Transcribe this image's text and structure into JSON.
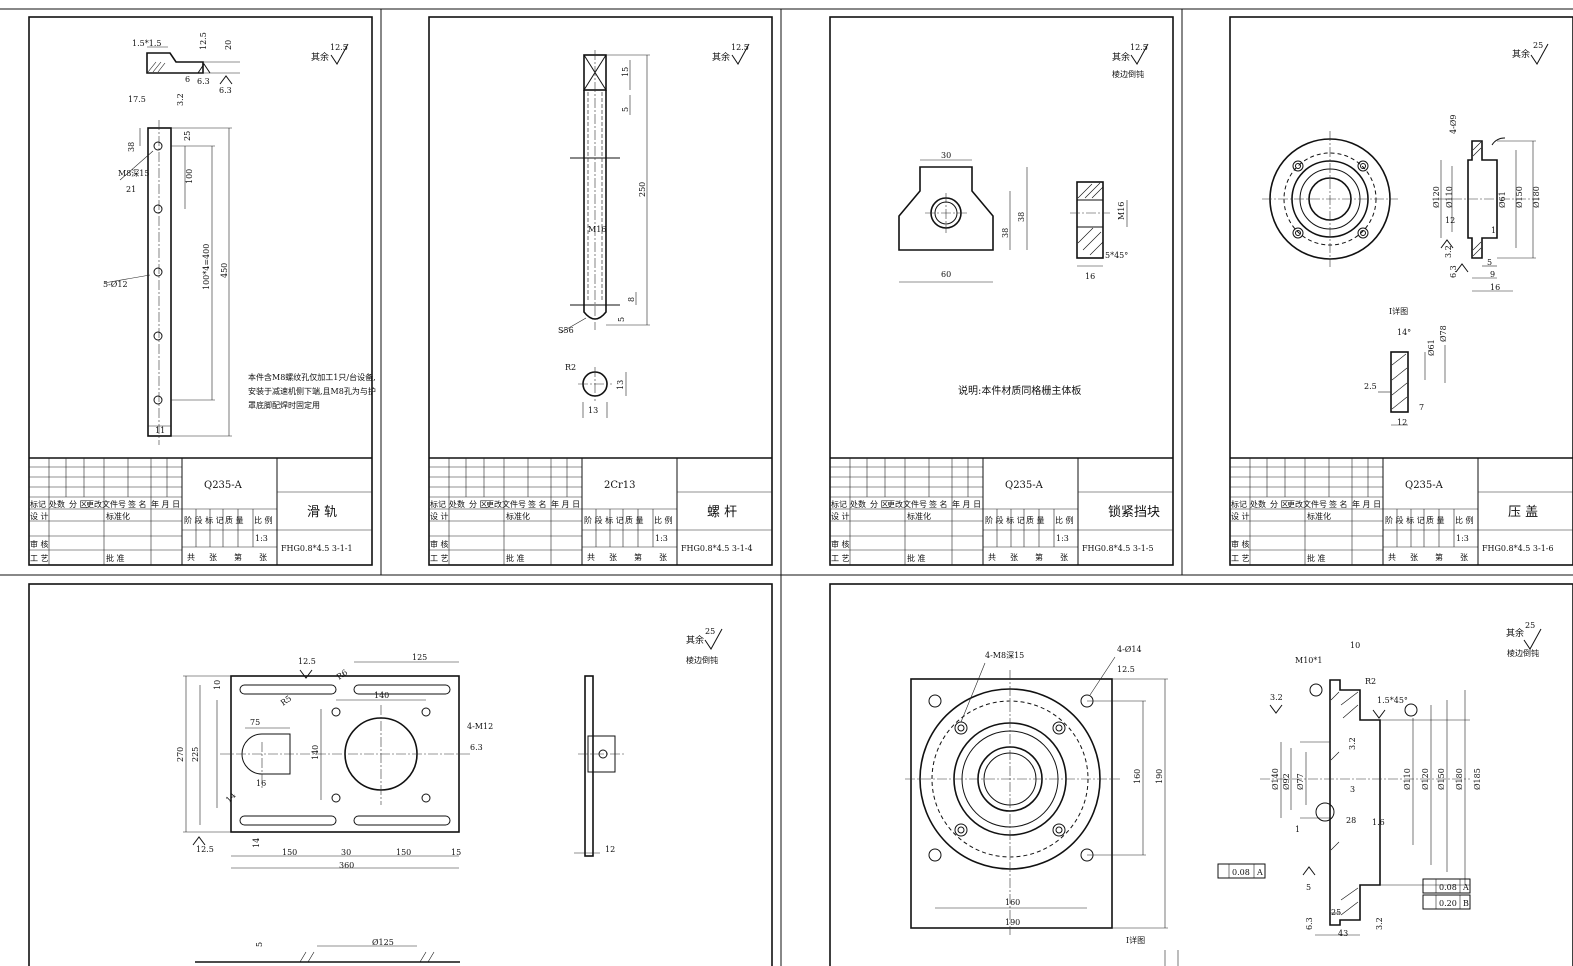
{
  "sheets": [
    {
      "roughness": "其余",
      "roughness_value": "12.5",
      "material": "Q235-A",
      "part_name": "滑 轨",
      "drawing_no": "FHG0.8*4.5 3-1-1",
      "scale": "1:3",
      "note_lines": [
        "本件含M8螺纹孔仅加工1只/台设备,",
        "安装于减速机侧下端,且M8孔为与护",
        "罩底脚配焊时固定用"
      ],
      "dims": [
        "1.5*1.5",
        "12.5",
        "20",
        "6",
        "6.3",
        "6.3",
        "17.5",
        "3.2",
        "25",
        "38",
        "M8深15",
        "21",
        "100",
        "100*4=400",
        "450",
        "5-Ø12",
        "11"
      ]
    },
    {
      "roughness": "其余",
      "roughness_value": "12.5",
      "material": "2Cr13",
      "part_name": "螺 杆",
      "drawing_no": "FHG0.8*4.5 3-1-4",
      "scale": "1:3",
      "dims": [
        "15",
        "5",
        "250",
        "M16",
        "8",
        "5",
        "S56",
        "R2",
        "13",
        "13"
      ]
    },
    {
      "roughness": "其余",
      "roughness_value": "12.5",
      "edge_note": "棱边倒钝",
      "material": "Q235-A",
      "part_name": "锁紧挡块",
      "drawing_no": "FHG0.8*4.5 3-1-5",
      "scale": "1:3",
      "note": "说明:本件材质同格栅主体板",
      "dims": [
        "30",
        "38",
        "38",
        "60",
        "M16",
        "5*45°",
        "16"
      ]
    },
    {
      "roughness": "其余",
      "roughness_value": "25",
      "material": "Q235-A",
      "part_name": "压 盖",
      "drawing_no": "FHG0.8*4.5 3-1-6",
      "scale": "1:3",
      "detail_label": "I详图",
      "dims": [
        "4-Ø9",
        "Ø150",
        "Ø180",
        "Ø120",
        "Ø110",
        "Ø61",
        "12",
        "1",
        "3.2",
        "6.3",
        "5",
        "9",
        "16",
        "14°",
        "Ø61",
        "Ø78",
        "2.5",
        "7",
        "12"
      ]
    },
    {
      "roughness": "其余",
      "roughness_value": "25",
      "edge_note": "棱边倒钝",
      "dims": [
        "12.5",
        "125",
        "R6",
        "10",
        "75",
        "R5",
        "140",
        "4-M12",
        "6.3",
        "270",
        "225",
        "140",
        "16",
        "14",
        "150",
        "30",
        "150",
        "15",
        "360",
        "12.5",
        "14",
        "12",
        "5",
        "Ø125"
      ]
    },
    {
      "roughness": "其余",
      "roughness_value": "25",
      "edge_note": "棱边倒钝",
      "detail_label": "I详图",
      "dims": [
        "4-M8深15",
        "4-Ø14",
        "12.5",
        "160",
        "190",
        "160",
        "190",
        "M10*1",
        "10",
        "R2",
        "3.2",
        "1.5*45°",
        "Ø140",
        "Ø92",
        "Ø77",
        "Ø110",
        "Ø120",
        "Ø150",
        "Ø180",
        "Ø185",
        "3.2",
        "3",
        "28",
        "1.6",
        "1",
        "0.08",
        "A",
        "0.08",
        "A",
        "0.20",
        "B",
        "5",
        "25",
        "43",
        "6.3",
        "3.2"
      ]
    }
  ],
  "title_block": {
    "rev_headers": [
      "标记",
      "处数",
      "分 区",
      "更改文件号",
      "签 名",
      "年 月 日"
    ],
    "design": "设 计",
    "standard": "标准化",
    "check": "审 核",
    "process": "工 艺",
    "approve": "批 准",
    "stage_headers": [
      "阶 段 标 记",
      "质 量",
      "比 例"
    ],
    "count_row": [
      "共",
      "张",
      "第",
      "张"
    ]
  }
}
